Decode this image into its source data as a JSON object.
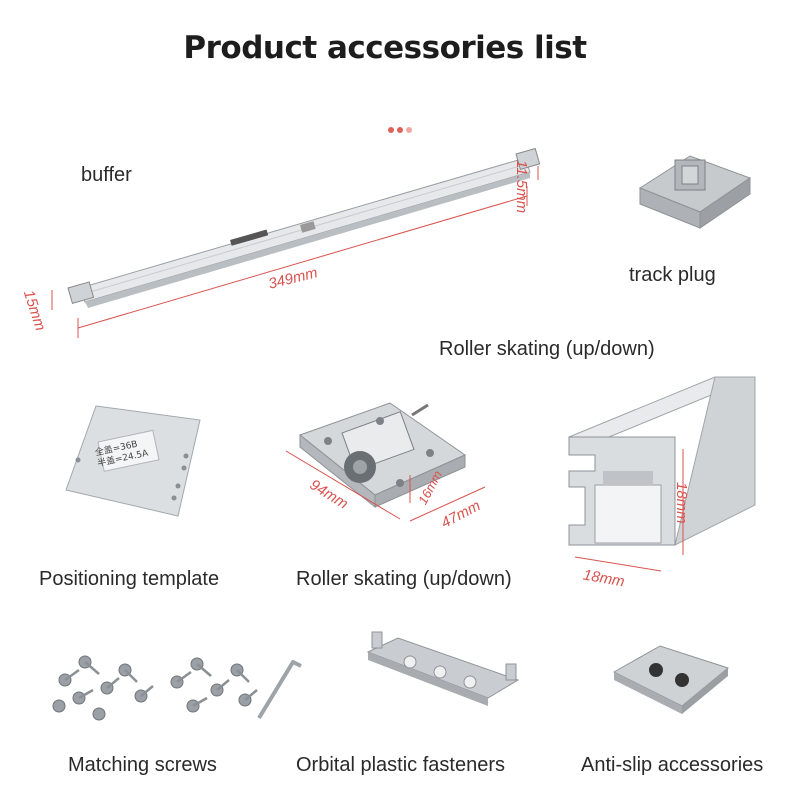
{
  "title": "Product accessories list",
  "colors": {
    "accent": "#d9534f",
    "metal": "#d7dadd",
    "text": "#2a2a2a"
  },
  "items": {
    "buffer": {
      "label": "buffer",
      "dims": {
        "length": "349mm",
        "height": "11.5mm",
        "end": "15mm"
      }
    },
    "track_plug": {
      "label": "track plug"
    },
    "roller_heading": {
      "label": "Roller skating (up/down)"
    },
    "positioning_template": {
      "label": "Positioning template",
      "plate_text": [
        "全盖=36B",
        "半盖=24.5A"
      ]
    },
    "roller": {
      "label": "Roller skating (up/down)",
      "dims": {
        "length": "94mm",
        "width": "47mm",
        "wheel": "16mm"
      }
    },
    "track": {
      "dims": {
        "height": "18mm",
        "width": "18mm"
      }
    },
    "screws": {
      "label": "Matching screws"
    },
    "fasteners": {
      "label": "Orbital plastic fasteners"
    },
    "anti_slip": {
      "label": "Anti-slip accessories"
    }
  }
}
